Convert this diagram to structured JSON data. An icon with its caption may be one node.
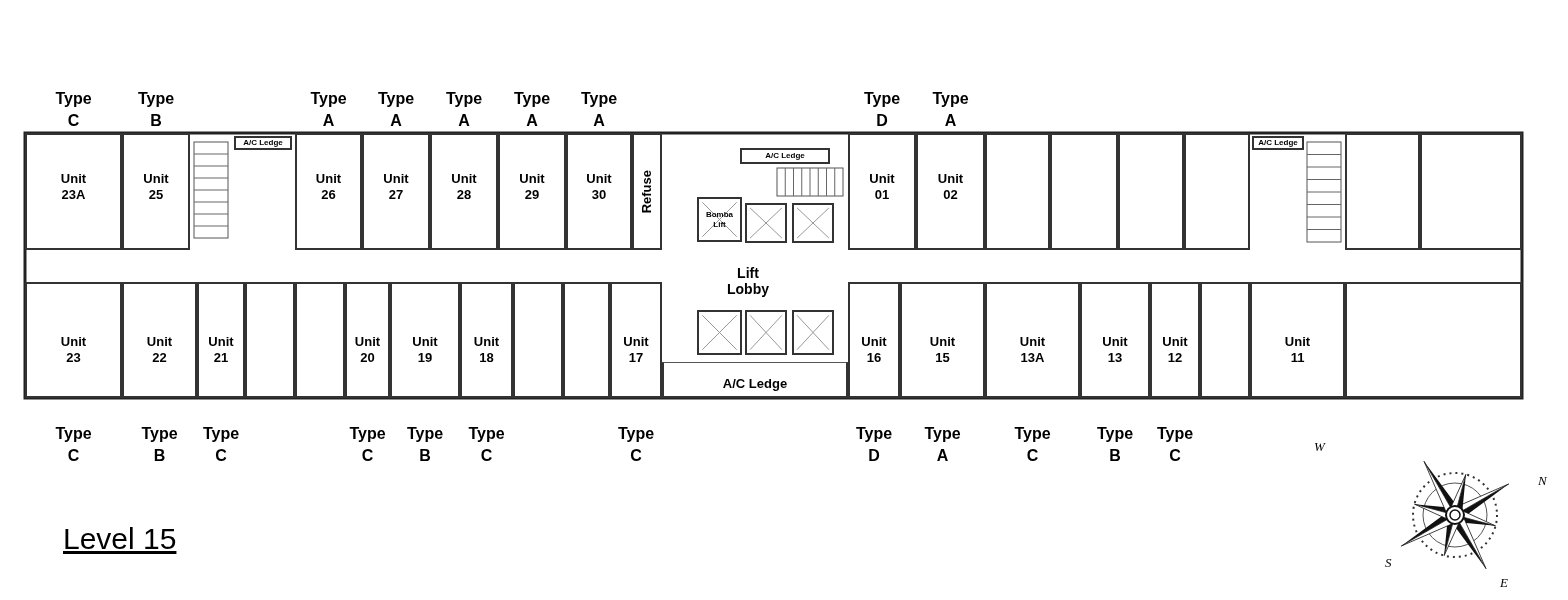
{
  "diagram": {
    "title": "Level 15",
    "nodes": [
      {
        "text": [
          "Unit 23A"
        ],
        "beside": [
          "Type C"
        ]
      },
      {
        "text": [
          "Unit 25"
        ],
        "beside": [
          "Type B"
        ]
      },
      {
        "text": [
          "A/C Ledge"
        ]
      },
      {
        "text": [
          "Unit 26"
        ],
        "beside": [
          "Type A"
        ]
      },
      {
        "text": [
          "Unit 27"
        ],
        "beside": [
          "Type A"
        ]
      },
      {
        "text": [
          "Unit 28"
        ],
        "beside": [
          "Type A"
        ]
      },
      {
        "text": [
          "Unit 29"
        ],
        "beside": [
          "Type A"
        ]
      },
      {
        "text": [
          "Unit 30"
        ],
        "beside": [
          "Type A"
        ]
      },
      {
        "text": [
          "Refuse"
        ]
      },
      {
        "text": [
          "A/C Ledge"
        ]
      },
      {
        "text": [
          "Bomba Lift"
        ]
      },
      {
        "text": [],
        "shape": "lift"
      },
      {
        "text": [],
        "shape": "lift"
      },
      {
        "text": [
          "Unit 01"
        ],
        "beside": [
          "Type D"
        ]
      },
      {
        "text": [
          "Unit 02"
        ],
        "beside": [
          "Type A"
        ]
      },
      {
        "text": [],
        "shape": "box"
      },
      {
        "text": [],
        "shape": "box"
      },
      {
        "text": [],
        "shape": "box"
      },
      {
        "text": [],
        "shape": "box"
      },
      {
        "text": [
          "A/C Ledge"
        ]
      },
      {
        "text": [],
        "shape": "box"
      },
      {
        "text": [],
        "shape": "box"
      },
      {
        "text": [
          "Lift Lobby"
        ]
      },
      {
        "text": [
          "Unit 23"
        ],
        "beside": [
          "Type C"
        ]
      },
      {
        "text": [
          "Unit 22"
        ],
        "beside": [
          "Type B"
        ]
      },
      {
        "text": [
          "Unit 21"
        ],
        "beside": [
          "Type C"
        ]
      },
      {
        "text": [],
        "shape": "box"
      },
      {
        "text": [],
        "shape": "box"
      },
      {
        "text": [
          "Unit 20"
        ],
        "beside": [
          "Type C"
        ]
      },
      {
        "text": [
          "Unit 19"
        ],
        "beside": [
          "Type B"
        ]
      },
      {
        "text": [
          "Unit 18"
        ],
        "beside": [
          "Type C"
        ]
      },
      {
        "text": [],
        "shape": "box"
      },
      {
        "text": [],
        "shape": "box"
      },
      {
        "text": [
          "Unit 17"
        ],
        "beside": [
          "Type C"
        ]
      },
      {
        "text": [],
        "shape": "lift"
      },
      {
        "text": [],
        "shape": "lift"
      },
      {
        "text": [],
        "shape": "lift"
      },
      {
        "text": [
          "A/C Ledge"
        ]
      },
      {
        "text": [
          "Unit 16"
        ],
        "beside": [
          "Type D"
        ]
      },
      {
        "text": [
          "Unit 15"
        ],
        "beside": [
          "Type A"
        ]
      },
      {
        "text": [
          "Unit 13A"
        ],
        "beside": [
          "Type C"
        ]
      },
      {
        "text": [
          "Unit 13"
        ],
        "beside": [
          "Type B"
        ]
      },
      {
        "text": [
          "Unit 12"
        ],
        "beside": [
          "Type C"
        ]
      },
      {
        "text": [],
        "shape": "box"
      },
      {
        "text": [
          "Unit 11"
        ]
      },
      {
        "text": [],
        "shape": "box"
      }
    ],
    "labels": [
      "W",
      "N",
      "S",
      "E"
    ]
  }
}
